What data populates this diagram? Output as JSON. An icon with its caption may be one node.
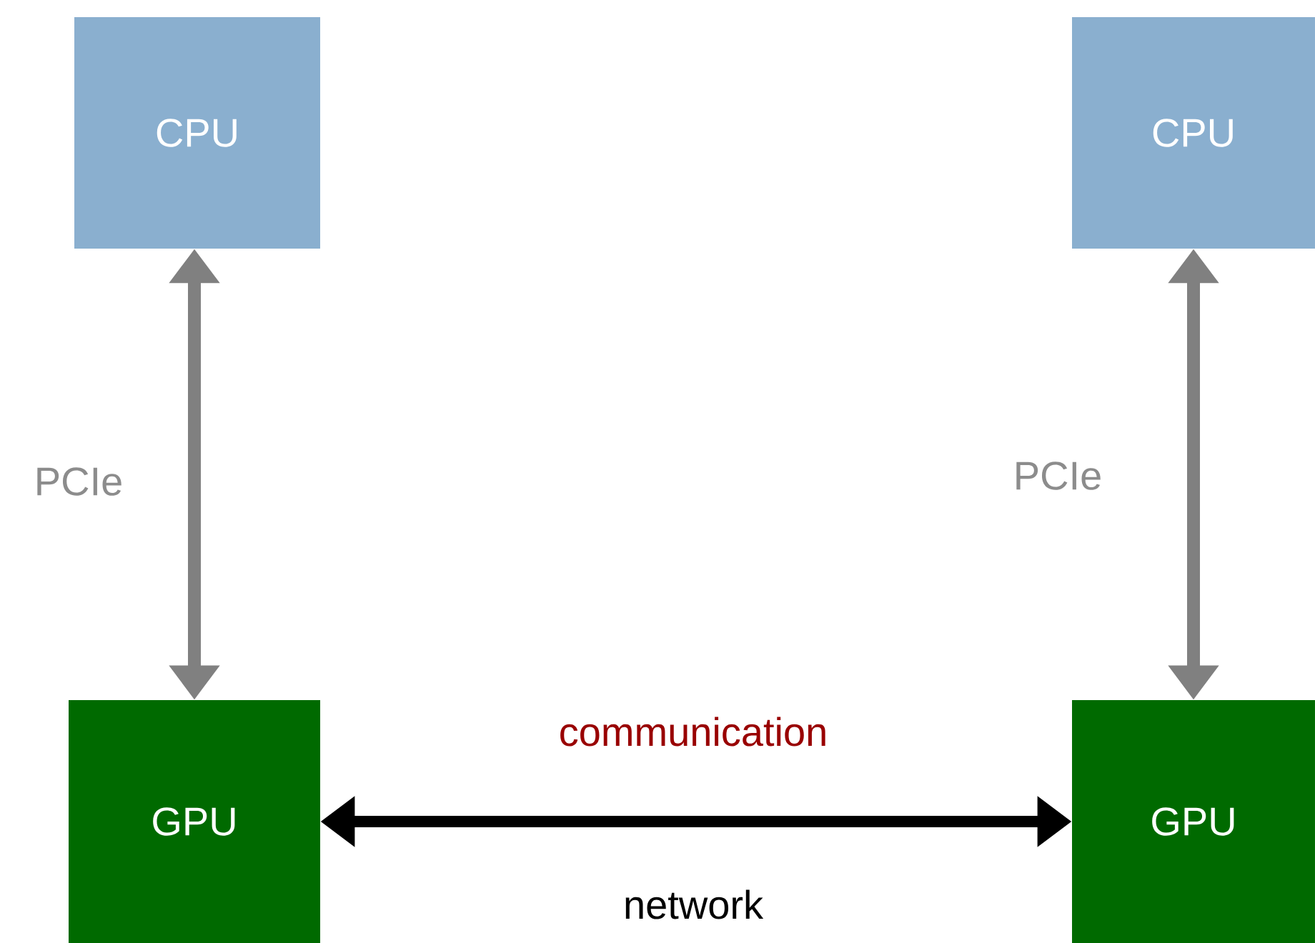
{
  "diagram": {
    "nodes": [
      {
        "text": [
          "CPU"
        ]
      },
      {
        "text": [
          "CPU"
        ]
      },
      {
        "text": [
          "GPU"
        ]
      },
      {
        "text": [
          "GPU"
        ]
      }
    ],
    "edges": [
      {
        "from": 0,
        "to": 2,
        "arrow": "both",
        "label": "PCIe",
        "color": "#808080"
      },
      {
        "from": 1,
        "to": 3,
        "arrow": "both",
        "label": "PCIe",
        "color": "#808080"
      },
      {
        "from": 2,
        "to": 3,
        "arrow": "both",
        "label": "network",
        "color": "#000000"
      }
    ],
    "labels": [
      "communication"
    ]
  }
}
